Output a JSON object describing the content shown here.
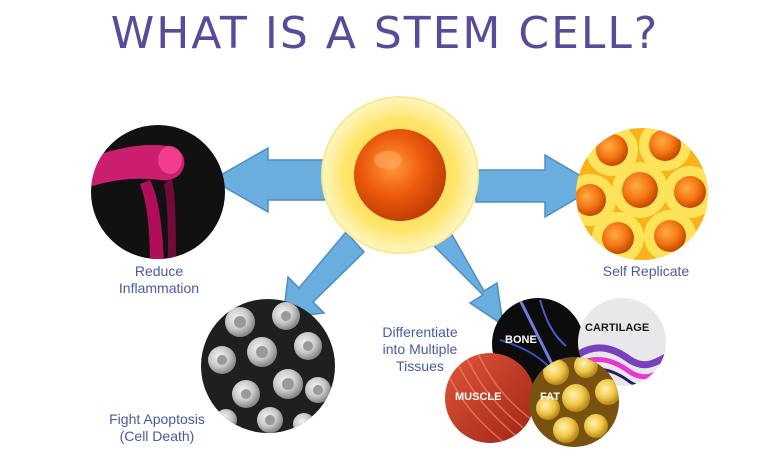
{
  "title": "WHAT IS A STEM CELL?",
  "captions": {
    "reduce_inflammation": "Reduce\nInflammation",
    "self_replicate": "Self Replicate",
    "differentiate": "Differentiate\ninto Multiple\nTissues",
    "fight_apoptosis": "Fight Apoptosis\n(Cell Death)"
  },
  "tissues": {
    "bone": "BONE",
    "cartilage": "CARTILAGE",
    "muscle": "MUSCLE",
    "fat": "FAT"
  },
  "colors": {
    "title": "#5a4a9a",
    "caption": "#4a5aa0",
    "arrow": "#6aaedf",
    "arrow_edge": "#4b8ec4",
    "stem_cell_core": "#ec5a0e",
    "stem_cell_glow": "#fde568",
    "knee_magenta": "#e0207a",
    "cartilage_purple": "#7a3fbf",
    "cartilage_magenta": "#e43ad0"
  },
  "icons": {
    "center": "stem-cell-icon",
    "inflammation": "knee-joint-icon",
    "replicate": "replicating-cells-icon",
    "apoptosis": "blood-cells-icon"
  }
}
